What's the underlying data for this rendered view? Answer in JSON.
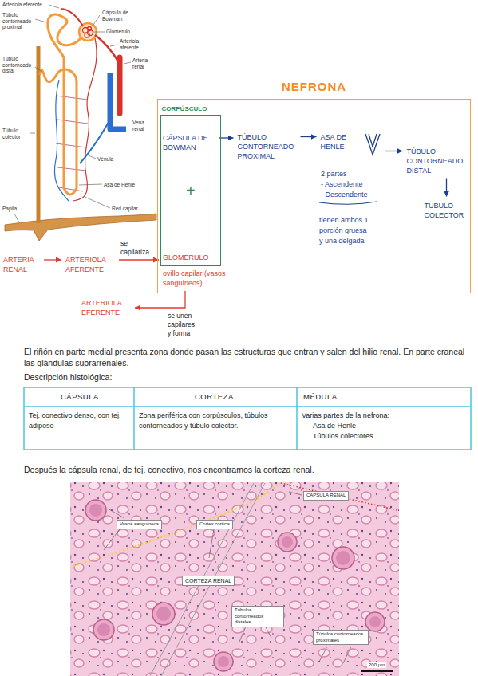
{
  "diagram": {
    "nodes": [
      {
        "text": [
          "NEFRONA"
        ]
      },
      {
        "text": [
          "CORPÚSCULO"
        ],
        "in": 0
      },
      {
        "text": [
          "CÁPSULA DE BOWMAN"
        ],
        "in": 1
      },
      {
        "text": [
          "GLOMERULO",
          "ovillo capilar (vasos sanguíneos)"
        ],
        "in": 1
      },
      {
        "text": [
          "TÚBULO CONTORNEADO PROXIMAL"
        ],
        "in": 0
      },
      {
        "text": [
          "ASA DE HENLE"
        ],
        "in": 0
      },
      {
        "text": [
          "TÚBULO CONTORNEADO DISTAL"
        ],
        "in": 0
      },
      {
        "text": [
          "TÚBULO COLECTOR"
        ],
        "in": 0
      },
      {
        "text": [
          "ARTERIA RENAL"
        ]
      },
      {
        "text": [
          "ARTERIOLA AFERENTE"
        ]
      },
      {
        "text": [
          "ARTERIOLA EFERENTE"
        ]
      },
      {
        "text": [
          "CÁPSULA RENAL"
        ]
      },
      {
        "text": [
          "Vasos sanguíneos"
        ]
      },
      {
        "text": [
          "Cortex corticis"
        ]
      },
      {
        "text": [
          "CORTEZA RENAL"
        ]
      },
      {
        "text": [
          "Túbulos contorneados distales"
        ]
      },
      {
        "text": [
          "Túbulos contorneados proximales"
        ]
      }
    ],
    "edges": [
      {
        "from": 2,
        "to": 4,
        "arrow": "to"
      },
      {
        "from": 4,
        "to": 5,
        "arrow": "to"
      },
      {
        "from": 5,
        "to": 6,
        "arrow": "to"
      },
      {
        "from": 6,
        "to": 7,
        "arrow": "to"
      },
      {
        "from": 8,
        "to": 9,
        "arrow": "to"
      },
      {
        "from": 9,
        "to": 3,
        "label": "se capilariza",
        "arrow": "to"
      },
      {
        "from": 3,
        "to": 10,
        "label": "se unen capilares y forma",
        "arrow": "to"
      }
    ],
    "labels": [
      "Arteriola eferente",
      "Túbulo contorneado proximal",
      "Cápsula de Bowman",
      "Glomérulo",
      "Arteriola aferente",
      "Arteria renal",
      "Túbulo contorneado distal",
      "Vena renal",
      "Túbulo colector",
      "Vénula",
      "Asa de Henle",
      "Papila",
      "Red capilar",
      "+",
      "2 partes",
      "- Ascendente",
      "- Descendente",
      "tienen ambos 1 porción gruesa y una delgada",
      "El riñón en parte medial presenta zona donde pasan las estructuras que entran y salen del hilio renal. En parte craneal las glándulas suprarrenales.",
      "Descripción histológica:",
      "CÁPSULA",
      "CORTEZA",
      "MÉDULA",
      "Tej. conectivo denso, con tej. adiposo",
      "Zona periférica con corpúsculos, túbulos contorneados y túbulo colector.",
      "Varias partes de la nefrona:",
      "Asa de Henle",
      "Túbulos colectores",
      "Después la cápsula renal, de tej. conectivo, nos encontramos la corteza renal.",
      "200 µm"
    ]
  }
}
